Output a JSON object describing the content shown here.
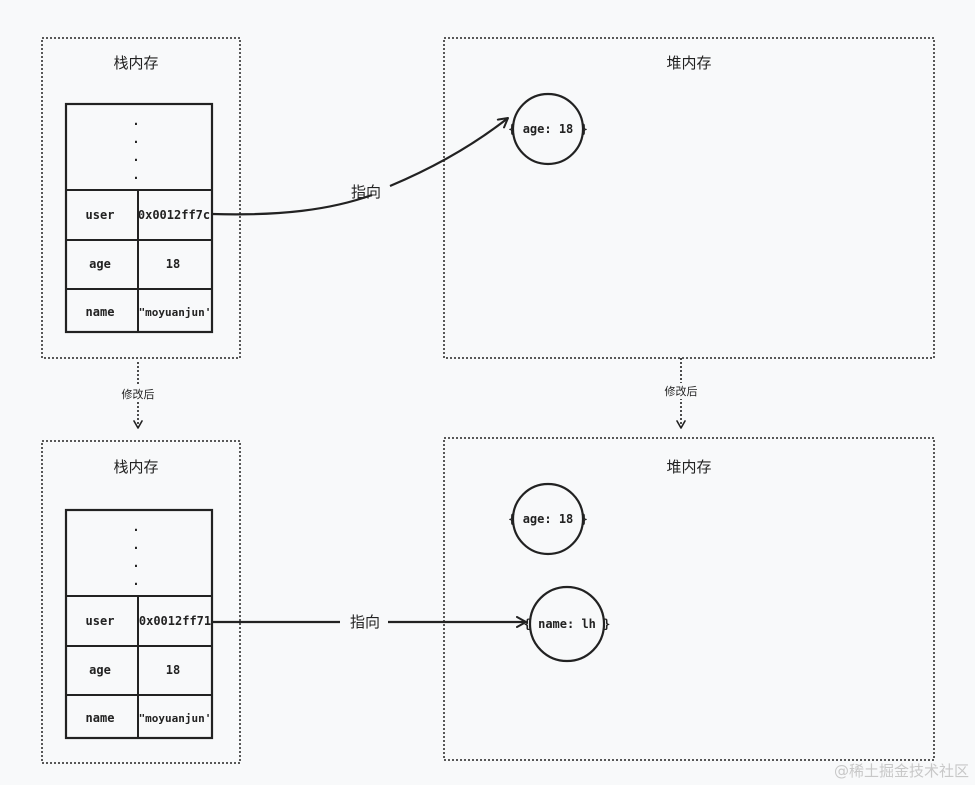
{
  "top": {
    "stack": {
      "title": "栈内存",
      "dots": [
        "·",
        "·",
        "·",
        "·"
      ],
      "rows": [
        {
          "name": "user",
          "value": "0x0012ff7c"
        },
        {
          "name": "age",
          "value": "18"
        },
        {
          "name": "name",
          "value": "\"moyuanjun'"
        }
      ]
    },
    "heap": {
      "title": "堆内存",
      "objects": [
        "{ age: 18 }"
      ]
    },
    "arrow_label": "指向"
  },
  "transition": {
    "left_label": "修改后",
    "right_label": "修改后"
  },
  "bottom": {
    "stack": {
      "title": "栈内存",
      "dots": [
        "·",
        "·",
        "·",
        "·"
      ],
      "rows": [
        {
          "name": "user",
          "value": "0x0012ff71"
        },
        {
          "name": "age",
          "value": "18"
        },
        {
          "name": "name",
          "value": "\"moyuanjun'"
        }
      ]
    },
    "heap": {
      "title": "堆内存",
      "objects": [
        "{ age: 18 }",
        "{ name: lh }"
      ]
    },
    "arrow_label": "指向"
  },
  "watermark": "@稀土掘金技术社区",
  "colors": {
    "background": "#f8f9fa",
    "stroke": "#222222",
    "watermark": "#c8c8c8"
  }
}
